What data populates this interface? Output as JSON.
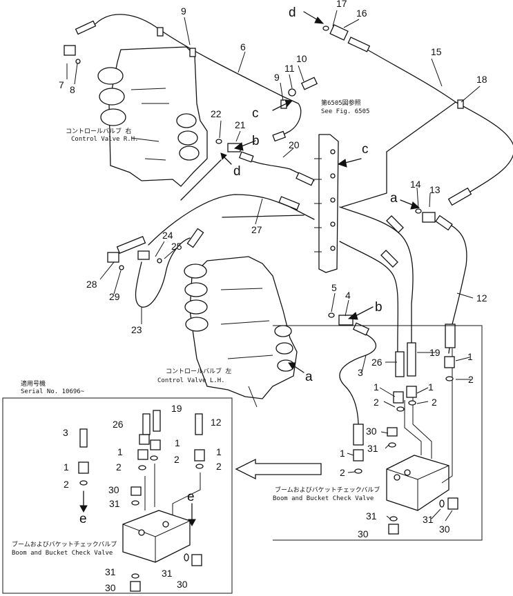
{
  "labels": {
    "control_valve_rh_jp": "コントロールバルブ 右",
    "control_valve_rh_en": "Control Valve R.H.",
    "control_valve_lh_jp": "コントロールバルブ 左",
    "control_valve_lh_en": "Control Valve L.H.",
    "see_fig_jp": "第6505図参照",
    "see_fig_en": "See Fig. 6505",
    "serial_jp": "適用号機",
    "serial_en": "Serial No. 10696~",
    "check_valve_jp": "ブームおよびバケットチェックバルブ",
    "check_valve_en": "Boom and Bucket Check Valve"
  },
  "letters": {
    "a": "a",
    "b": "b",
    "c": "c",
    "d": "d",
    "e": "e"
  },
  "part_numbers": {
    "p1": "1",
    "p2": "2",
    "p3": "3",
    "p4": "4",
    "p5": "5",
    "p6": "6",
    "p7": "7",
    "p8": "8",
    "p9": "9",
    "p10": "10",
    "p11": "11",
    "p12": "12",
    "p13": "13",
    "p14": "14",
    "p15": "15",
    "p16": "16",
    "p17": "17",
    "p18": "18",
    "p19": "19",
    "p20": "20",
    "p21": "21",
    "p22": "22",
    "p23": "23",
    "p24": "24",
    "p25": "25",
    "p26": "26",
    "p27": "27",
    "p28": "28",
    "p29": "29",
    "p30": "30",
    "p31": "31"
  }
}
